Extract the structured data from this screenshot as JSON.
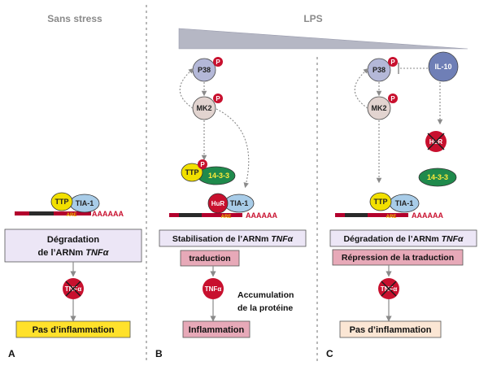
{
  "panels": {
    "a": {
      "header": "Sans stress",
      "letter": "A",
      "ttp": "TTP",
      "tia1": "TIA-1",
      "are": "ARE",
      "polya": "AAAAAA",
      "box_line1": "Dégradation",
      "box_line2_prefix": "de l’ARNm ",
      "box_line2_italic": "TNFα",
      "tnf": "TNFα",
      "outcome": "Pas d’inflammation"
    },
    "b": {
      "header": "LPS",
      "letter": "B",
      "p38": "P38",
      "mk2": "MK2",
      "phospho": "P",
      "ttp": "TTP",
      "p1433": "14-3-3",
      "hur": "HuR",
      "tia1": "TIA-1",
      "are": "ARE",
      "polya": "AAAAAA",
      "box_prefix": "Stabilisation de l’ARNm ",
      "box_italic": "TNFα",
      "traduction": "traduction",
      "tnf": "TNFα",
      "accum_line1": "Accumulation",
      "accum_line2": "de la protéine",
      "outcome": "Inflammation"
    },
    "c": {
      "letter": "C",
      "p38": "P38",
      "mk2": "MK2",
      "phospho": "P",
      "il10": "IL-10",
      "hur": "HuR",
      "p1433": "14-3-3",
      "ttp": "TTP",
      "tia1": "TIA-1",
      "are": "ARE",
      "polya": "AAAAAA",
      "box_prefix": "Dégradation de l’ARNm ",
      "box_italic": "TNFα",
      "repression": "Répression de la traduction",
      "tnf": "TNFα",
      "outcome": "Pas d’inflammation"
    }
  },
  "colors": {
    "header_gray": "#8a8a8a",
    "p38_fill": "#b4b8d8",
    "mk2_fill": "#e2d4d0",
    "ttp_fill": "#f2e000",
    "tia1_fill": "#a8cce8",
    "p1433_fill": "#1f8a4c",
    "hur_fill": "#c8102e",
    "phospho_fill": "#c8102e",
    "tnf_fill": "#c8102e",
    "il10_fill": "#6f7fb6",
    "mrna_dark": "#2a2a2a",
    "mrna_red": "#b3002d",
    "are_yellow": "#f5c000",
    "polya_red": "#c8102e",
    "lavender_box": "#ece6f6",
    "pink_box": "#e7a9b8",
    "yellow_box": "#ffe12b",
    "peach_box": "#fbe6d4",
    "wedge": "#b5b7c4"
  }
}
